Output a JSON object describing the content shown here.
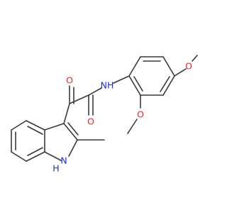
{
  "colors": {
    "background": "#ffffff",
    "bond": "#3a3a3a",
    "oxygen": "#e8262a",
    "nitrogen": "#1f2bd6"
  },
  "labels": {
    "amide_nh": "NH",
    "ketone_o": "O",
    "amide_o": "O",
    "methoxy_o_para": "O",
    "methoxy_o_ortho": "O",
    "indole_n": "N",
    "indole_h": "H"
  }
}
